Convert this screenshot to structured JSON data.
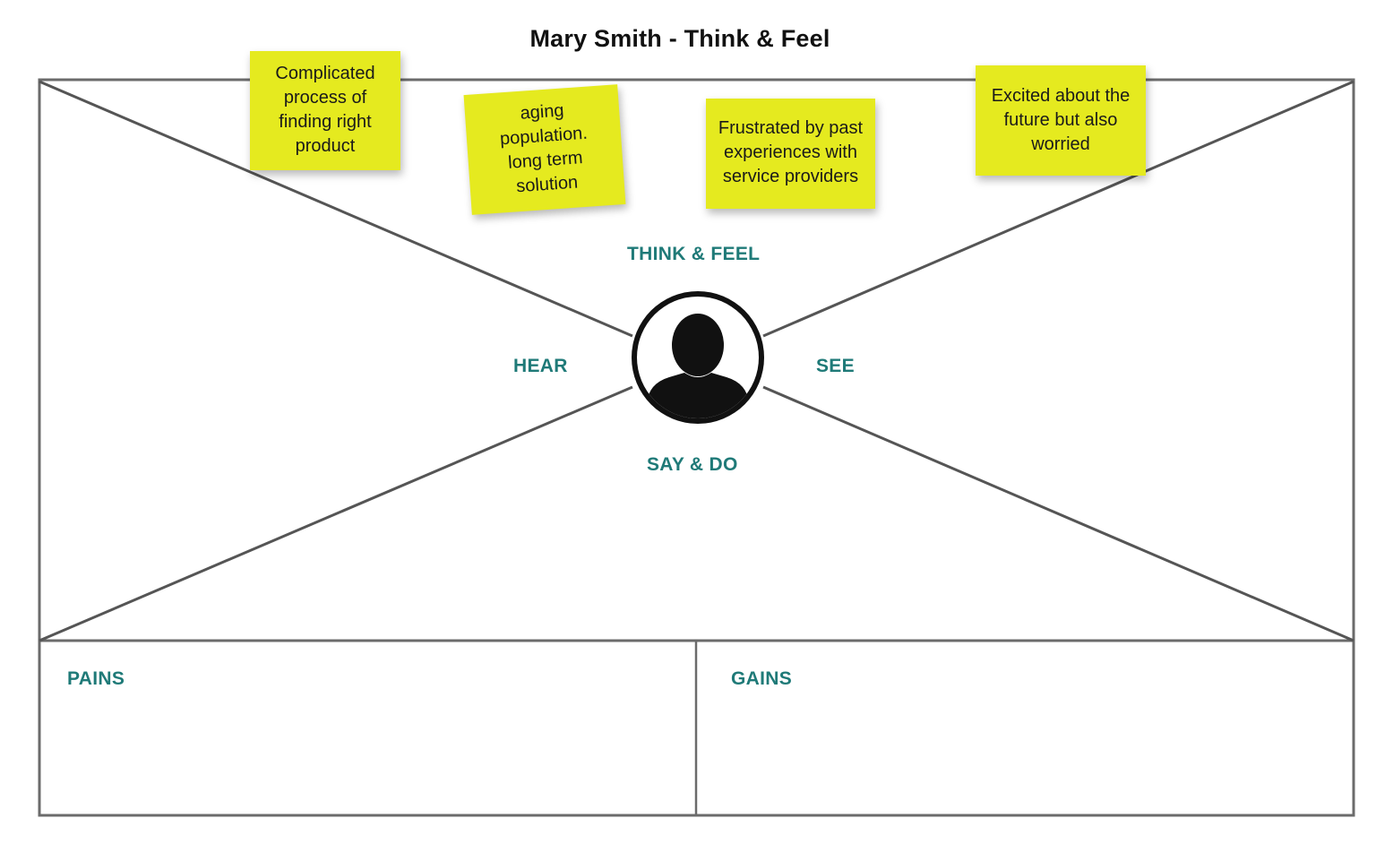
{
  "title": "Mary Smith - Think & Feel",
  "quadrants": {
    "think_feel": "THINK & FEEL",
    "hear": "HEAR",
    "see": "SEE",
    "say_do": "SAY & DO"
  },
  "bottom": {
    "pains": "PAINS",
    "gains": "GAINS"
  },
  "notes": [
    {
      "text": "Complicated\nprocess of\nfinding right\nproduct"
    },
    {
      "text": "aging\npopulation.\nlong term\nsolution"
    },
    {
      "text": "Frustrated by past\nexperiences with\nservice providers"
    },
    {
      "text": "Excited about the\nfuture but also\nworried"
    }
  ],
  "colors": {
    "label": "#1f7a78",
    "sticky": "#e5ea1f",
    "frame": "#6b6b6b"
  },
  "icons": {
    "persona": "user-icon"
  }
}
